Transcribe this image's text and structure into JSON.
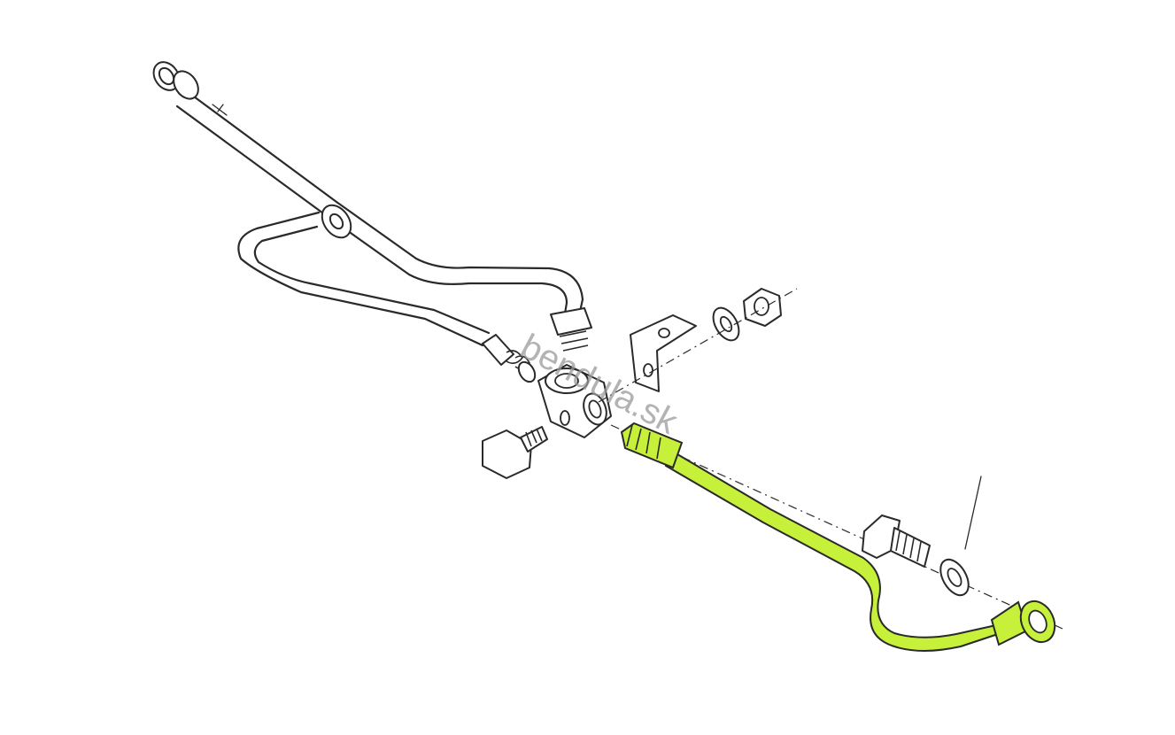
{
  "watermark": {
    "text": "bendula.sk"
  },
  "colors": {
    "highlight": "#c6f03a",
    "line": "#2a2a2a",
    "background": "#ffffff"
  },
  "parts": [
    {
      "name": "upper-return-pipe"
    },
    {
      "name": "lower-return-pipe"
    },
    {
      "name": "tee-fitting"
    },
    {
      "name": "banjo-bolt"
    },
    {
      "name": "mounting-bracket"
    },
    {
      "name": "lock-washer"
    },
    {
      "name": "hex-nut"
    },
    {
      "name": "highlighted-fuel-pipe"
    },
    {
      "name": "hollow-screw"
    },
    {
      "name": "sealing-washer"
    }
  ]
}
